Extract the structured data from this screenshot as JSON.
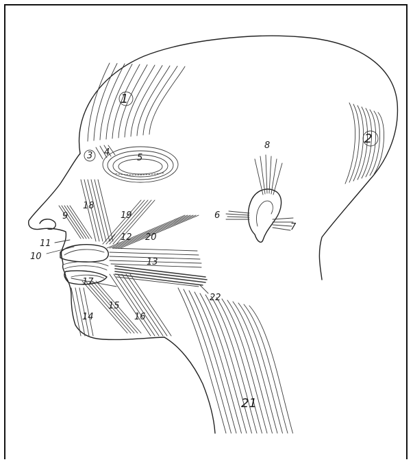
{
  "labels": {
    "m1": "1",
    "m2": "2",
    "m3": "3",
    "m4": "4",
    "m5": "5",
    "m6": "6",
    "m7": "7",
    "m8": "8",
    "m9": "9",
    "m10": "10",
    "m11": "11",
    "m12": "12",
    "m13": "13",
    "m14": "14",
    "m15": "15",
    "m16": "16",
    "m17": "17",
    "m18": "18",
    "m19": "19",
    "m20": "20",
    "m21": "21",
    "m22": "22"
  },
  "colors": {
    "ink": "#222222",
    "paper": "#ffffff"
  }
}
